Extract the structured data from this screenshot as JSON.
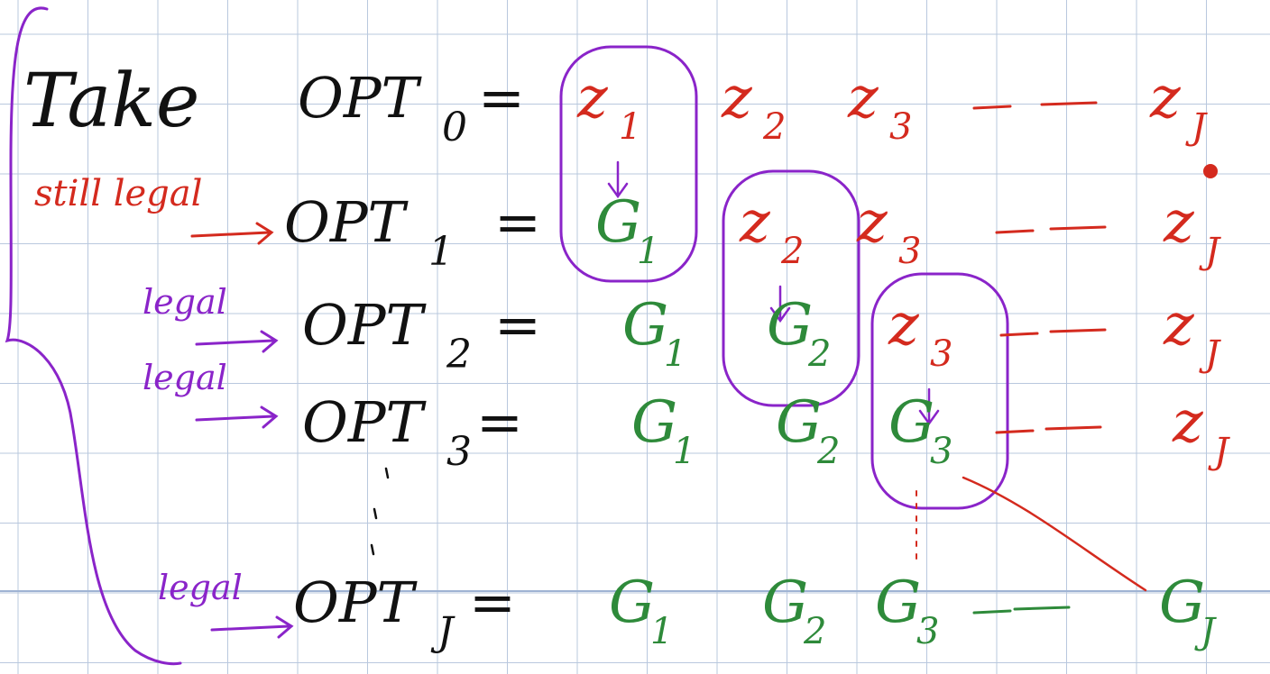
{
  "colors": {
    "black_ink": "#111111",
    "red_ink": "#d42a1e",
    "green_ink": "#2e8a3a",
    "purple_ink": "#8a24c9",
    "grid_line": "#b9c8de",
    "paper": "#ffffff"
  },
  "note": {
    "intro": "Take",
    "rows": [
      {
        "tag": "",
        "lhs": "OPT",
        "sub": "0",
        "eq": "=",
        "terms": [
          {
            "base": "z",
            "sub": "1",
            "color": "red",
            "boxed": true
          },
          {
            "base": "z",
            "sub": "2",
            "color": "red"
          },
          {
            "base": "z",
            "sub": "3",
            "color": "red"
          },
          {
            "base": "z",
            "sub": "J",
            "color": "red"
          }
        ]
      },
      {
        "tag": "still legal",
        "lhs": "OPT",
        "sub": "1",
        "eq": "=",
        "terms": [
          {
            "base": "G",
            "sub": "1",
            "color": "green"
          },
          {
            "base": "z",
            "sub": "2",
            "color": "red",
            "boxed": true
          },
          {
            "base": "z",
            "sub": "3",
            "color": "red"
          },
          {
            "base": "z",
            "sub": "J",
            "color": "red"
          }
        ]
      },
      {
        "tag": "legal",
        "lhs": "OPT",
        "sub": "2",
        "eq": "=",
        "terms": [
          {
            "base": "G",
            "sub": "1",
            "color": "green"
          },
          {
            "base": "G",
            "sub": "2",
            "color": "green"
          },
          {
            "base": "z",
            "sub": "3",
            "color": "red",
            "boxed": true
          },
          {
            "base": "z",
            "sub": "J",
            "color": "red"
          }
        ]
      },
      {
        "tag": "legal",
        "lhs": "OPT",
        "sub": "3",
        "eq": "=",
        "terms": [
          {
            "base": "G",
            "sub": "1",
            "color": "green"
          },
          {
            "base": "G",
            "sub": "2",
            "color": "green"
          },
          {
            "base": "G",
            "sub": "3",
            "color": "green"
          },
          {
            "base": "z",
            "sub": "J",
            "color": "red"
          }
        ]
      },
      {
        "tag": "legal",
        "lhs": "OPT",
        "sub": "J",
        "eq": "=",
        "terms": [
          {
            "base": "G",
            "sub": "1",
            "color": "green"
          },
          {
            "base": "G",
            "sub": "2",
            "color": "green"
          },
          {
            "base": "G",
            "sub": "3",
            "color": "green"
          },
          {
            "base": "G",
            "sub": "J",
            "color": "green"
          }
        ]
      }
    ]
  }
}
